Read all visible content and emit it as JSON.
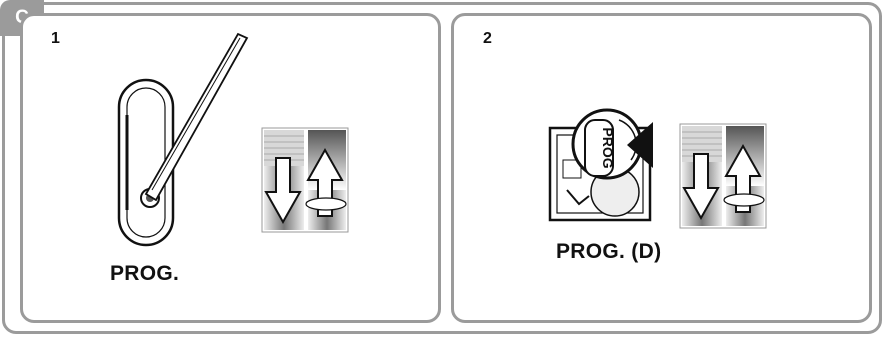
{
  "figure": {
    "letter": "C"
  },
  "panels": [
    {
      "number": "1",
      "caption": "PROG."
    },
    {
      "number": "2",
      "caption": "PROG. (D)",
      "button_text": "PROG"
    }
  ]
}
